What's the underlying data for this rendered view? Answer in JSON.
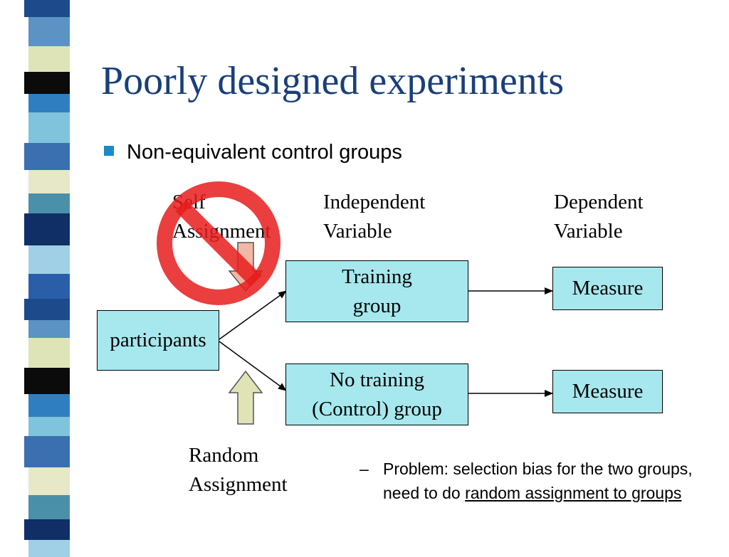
{
  "title": "Poorly designed experiments",
  "bullet": "Non-equivalent control groups",
  "labels": {
    "self_line1": "Self",
    "self_line2": "Assignment",
    "iv_line1": "Independent",
    "iv_line2": "Variable",
    "dv_line1": "Dependent",
    "dv_line2": "Variable",
    "random_line1": "Random",
    "random_line2": "Assignment"
  },
  "boxes": {
    "participants": "participants",
    "training_line1": "Training",
    "training_line2": "group",
    "notraining_line1": "No training",
    "notraining_line2": "(Control) group",
    "measure_top": "Measure",
    "measure_bottom": "Measure"
  },
  "subpoint": {
    "dash": "–",
    "text_plain": "Problem: selection bias for the two groups, need to do ",
    "text_underlined": "random assignment to groups"
  },
  "colors": {
    "title": "#1a3f7a",
    "box_fill": "#a6e8ee",
    "prohibition_red": "#e81c1c",
    "bullet": "#1a8bc7"
  }
}
